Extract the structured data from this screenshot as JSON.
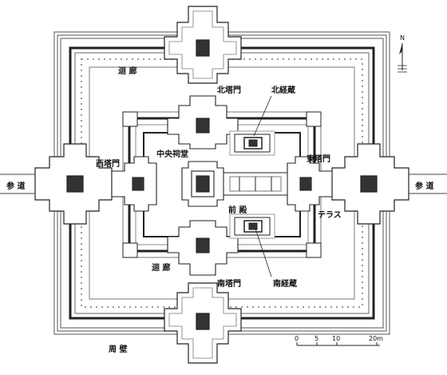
{
  "labels": {
    "corridor_outer": "迴 廊",
    "corridor_inner": "迴 廊",
    "north_gate": "北塔門",
    "north_library": "北経蔵",
    "south_gate": "南塔門",
    "south_library": "南経蔵",
    "west_gate": "西塔門",
    "east_gate": "東塔門",
    "central_sanctuary": "中央祠堂",
    "front_hall": "前 殿",
    "terrace": "テラス",
    "approach_left": "参 道",
    "approach_right": "参 道",
    "enclosure_wall": "周 壁"
  },
  "compass": {
    "north_letter": "N"
  },
  "scale_bar": {
    "ticks": [
      "0",
      "5",
      "10",
      "20m"
    ]
  },
  "colors": {
    "ink": "#1a1a1a",
    "wall": "#333333",
    "background": "#ffffff"
  }
}
